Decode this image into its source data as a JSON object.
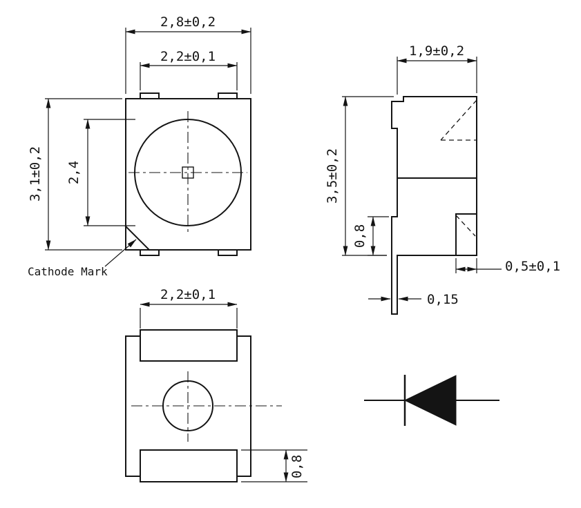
{
  "drawing": {
    "top_view": {
      "dim_body_width": "2,8±0,2",
      "dim_pad_width": "2,2±0,1",
      "dim_body_height": "3,1±0,2",
      "dim_lens_diameter": "2,4",
      "cathode_label": "Cathode Mark"
    },
    "side_view": {
      "dim_width": "1,9±0,2",
      "dim_height": "3,5±0,2",
      "dim_lead_height": "0,8",
      "dim_lead_thickness": "0,15",
      "dim_electrode": "0,5±0,1"
    },
    "bottom_view": {
      "dim_pad_width": "2,2±0,1",
      "dim_pad_height": "0,8"
    },
    "colors": {
      "line": "#141414",
      "background": "#ffffff"
    }
  }
}
